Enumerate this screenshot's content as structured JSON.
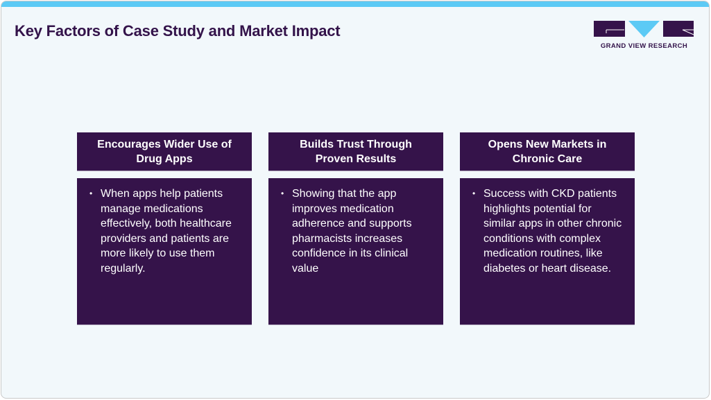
{
  "header": {
    "title": "Key Factors of Case Study and Market Impact",
    "accent_color": "#5ccaf5",
    "brand_color": "#35134a"
  },
  "logo": {
    "text": "GRAND VIEW RESEARCH",
    "icon": "gvr-logo-icon"
  },
  "cards": [
    {
      "heading": "Encourages Wider Use of Drug Apps",
      "bullet": "•",
      "text": "When apps help patients manage medications effectively, both healthcare providers and patients are more likely to use them regularly."
    },
    {
      "heading": "Builds Trust Through Proven Results",
      "bullet": "•",
      "text": "Showing that the app improves medication adherence and supports pharmacists increases confidence in its clinical value"
    },
    {
      "heading": "Opens New Markets in Chronic Care",
      "bullet": "•",
      "text": "Success with CKD patients highlights potential for similar apps in other chronic conditions with complex medication routines, like diabetes or heart disease."
    }
  ]
}
